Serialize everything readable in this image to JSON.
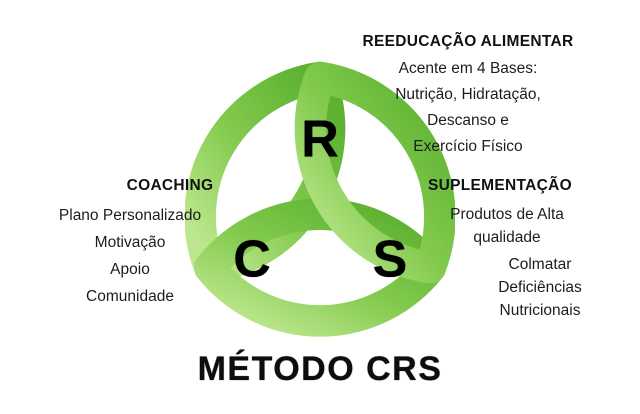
{
  "title": "MÉTODO CRS",
  "figure": {
    "letters": [
      "R",
      "C",
      "S"
    ],
    "gradient": [
      "#5eb232",
      "#82ca4d",
      "#bde78e"
    ]
  },
  "sections": {
    "reeducacao": {
      "heading": "REEDUCAÇÃO ALIMENTAR",
      "lines": [
        "Acente em 4 Bases:",
        "Nutrição, Hidratação,",
        "Descanso e",
        "Exercício Físico"
      ]
    },
    "coaching": {
      "heading": "COACHING",
      "lines": [
        "Plano Personalizado",
        "Motivação",
        "Apoio",
        "Comunidade"
      ]
    },
    "suplementacao": {
      "heading": "SUPLEMENTAÇÃO",
      "paragraph1": [
        "Produtos de Alta",
        "qualidade"
      ],
      "paragraph2": [
        "Colmatar",
        "Deficiências",
        "Nutricionais"
      ]
    }
  }
}
